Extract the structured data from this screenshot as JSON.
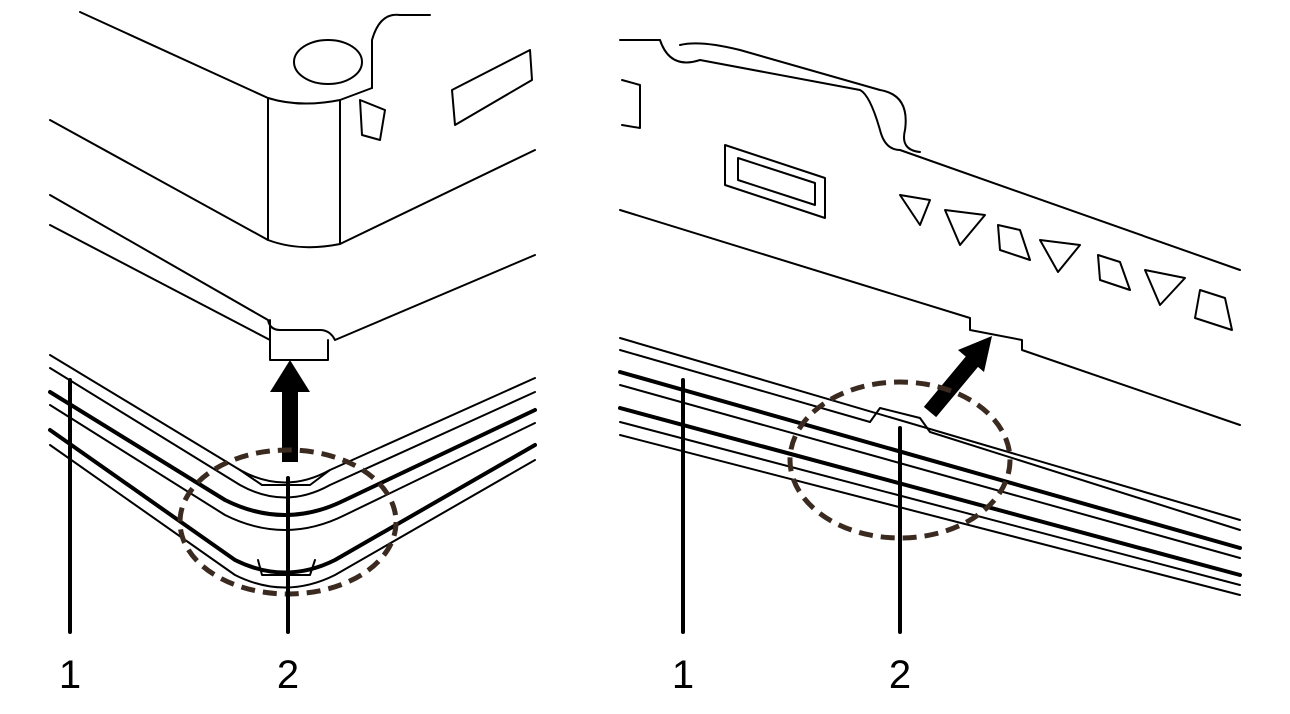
{
  "figure": {
    "left_panel": {
      "callouts": [
        {
          "label": "1"
        },
        {
          "label": "2"
        }
      ]
    },
    "right_panel": {
      "callouts": [
        {
          "label": "1"
        },
        {
          "label": "2"
        }
      ]
    },
    "colors": {
      "line": "#000000",
      "dashed_circle": "#3a2a20"
    }
  }
}
